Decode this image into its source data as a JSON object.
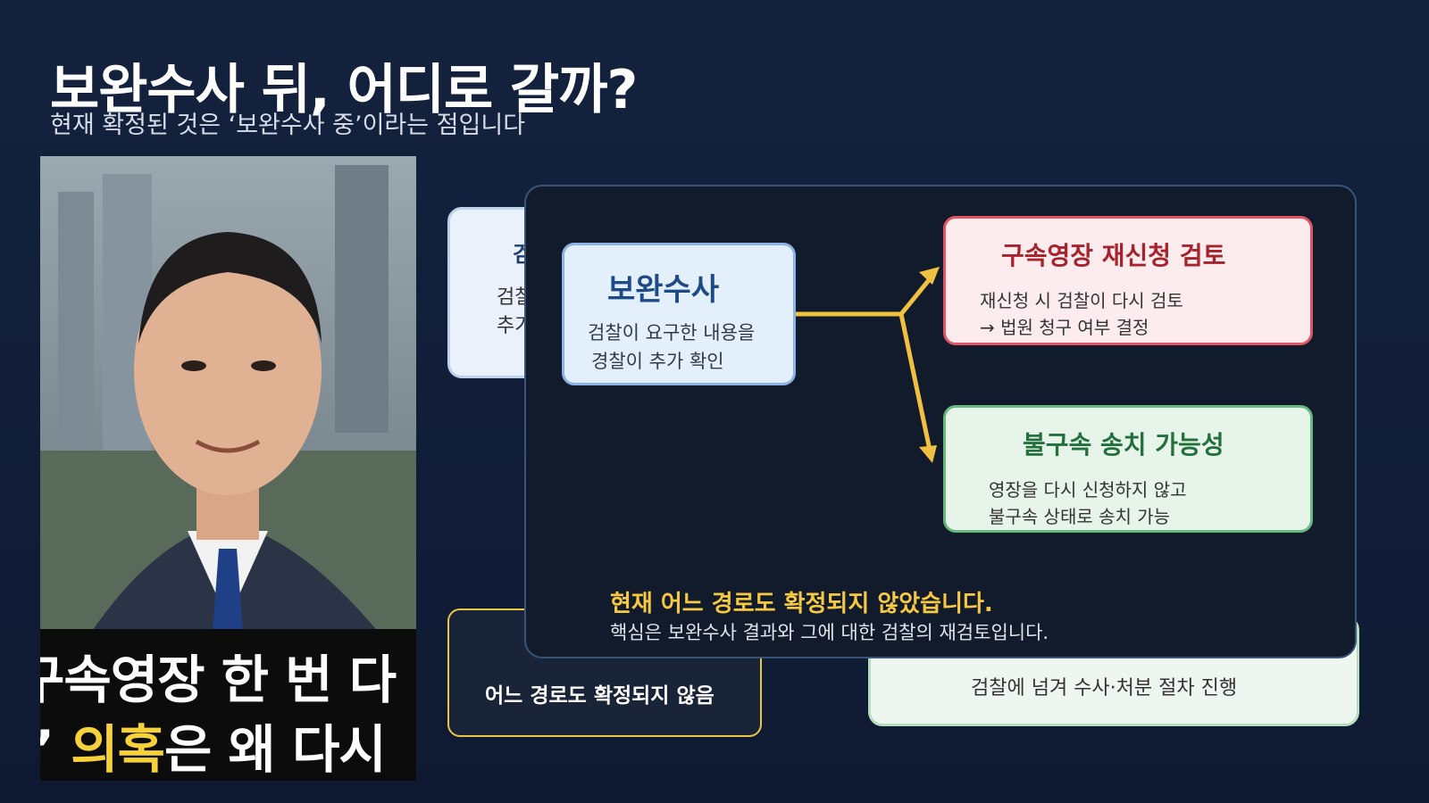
{
  "header": {
    "title": "보완수사 뒤, 어디로 갈까?",
    "subtitle": "현재 확정된 것은 ‘보완수사 중’이라는 점입니다"
  },
  "thumbnail": {
    "caption_line1": "구속영장 한 번 다",
    "caption_line2_prefix": "’ ",
    "caption_line2_highlight": "의혹",
    "caption_line2_suffix": "은 왜 다시"
  },
  "background_cards": {
    "top_left_title_fragment": "검",
    "top_left_fragment_1": "검찰",
    "top_left_fragment_2": "추가",
    "bottom_left_label": "어느 경로도 확정되지 않음",
    "bottom_right_fragment": "검찰에 넘겨 수사·처분 절차 진행"
  },
  "diagram": {
    "source": {
      "title": "보완수사",
      "line1": "검찰이 요구한 내용을",
      "line2": "경찰이 추가 확인"
    },
    "option_a": {
      "title": "구속영장 재신청 검토",
      "line1": "재신청 시 검찰이 다시 검토",
      "line2": "→ 법원 청구 여부 결정"
    },
    "option_b": {
      "title": "불구속 송치 가능성",
      "line1": "영장을 다시 신청하지 않고",
      "line2": "불구속 상태로 송치 가능"
    },
    "status_title": "현재 어느 경로도 확정되지 않았습니다.",
    "status_desc": "핵심은 보완수사 결과와 그에 대한 검찰의 재검토입니다."
  },
  "colors": {
    "background": "#14223e",
    "panel": "#111b2c",
    "arrow": "#f0c040",
    "highlight": "#f7c842",
    "red_border": "#e05466",
    "green_border": "#66b87d",
    "blue_border": "#8bb4e6"
  }
}
